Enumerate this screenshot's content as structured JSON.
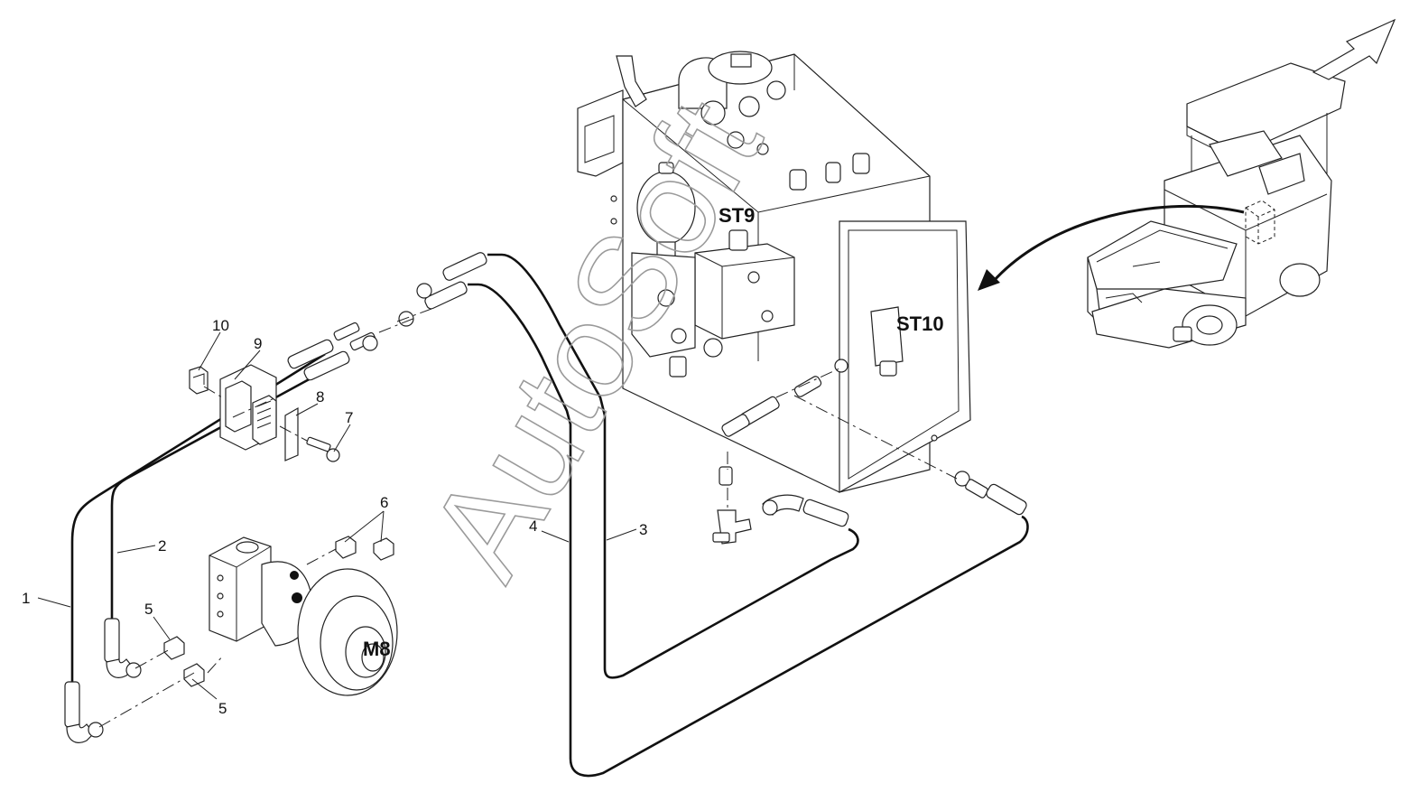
{
  "labels": {
    "st9": "ST9",
    "st10": "ST10",
    "m8": "M8"
  },
  "callouts": [
    "1",
    "2",
    "3",
    "4",
    "5",
    "5",
    "6",
    "7",
    "8",
    "9",
    "10"
  ],
  "watermark": "AutoSoft",
  "icons": {
    "view_direction": "hollow-arrow-icon",
    "location_pointer": "curved-arrow-icon"
  }
}
